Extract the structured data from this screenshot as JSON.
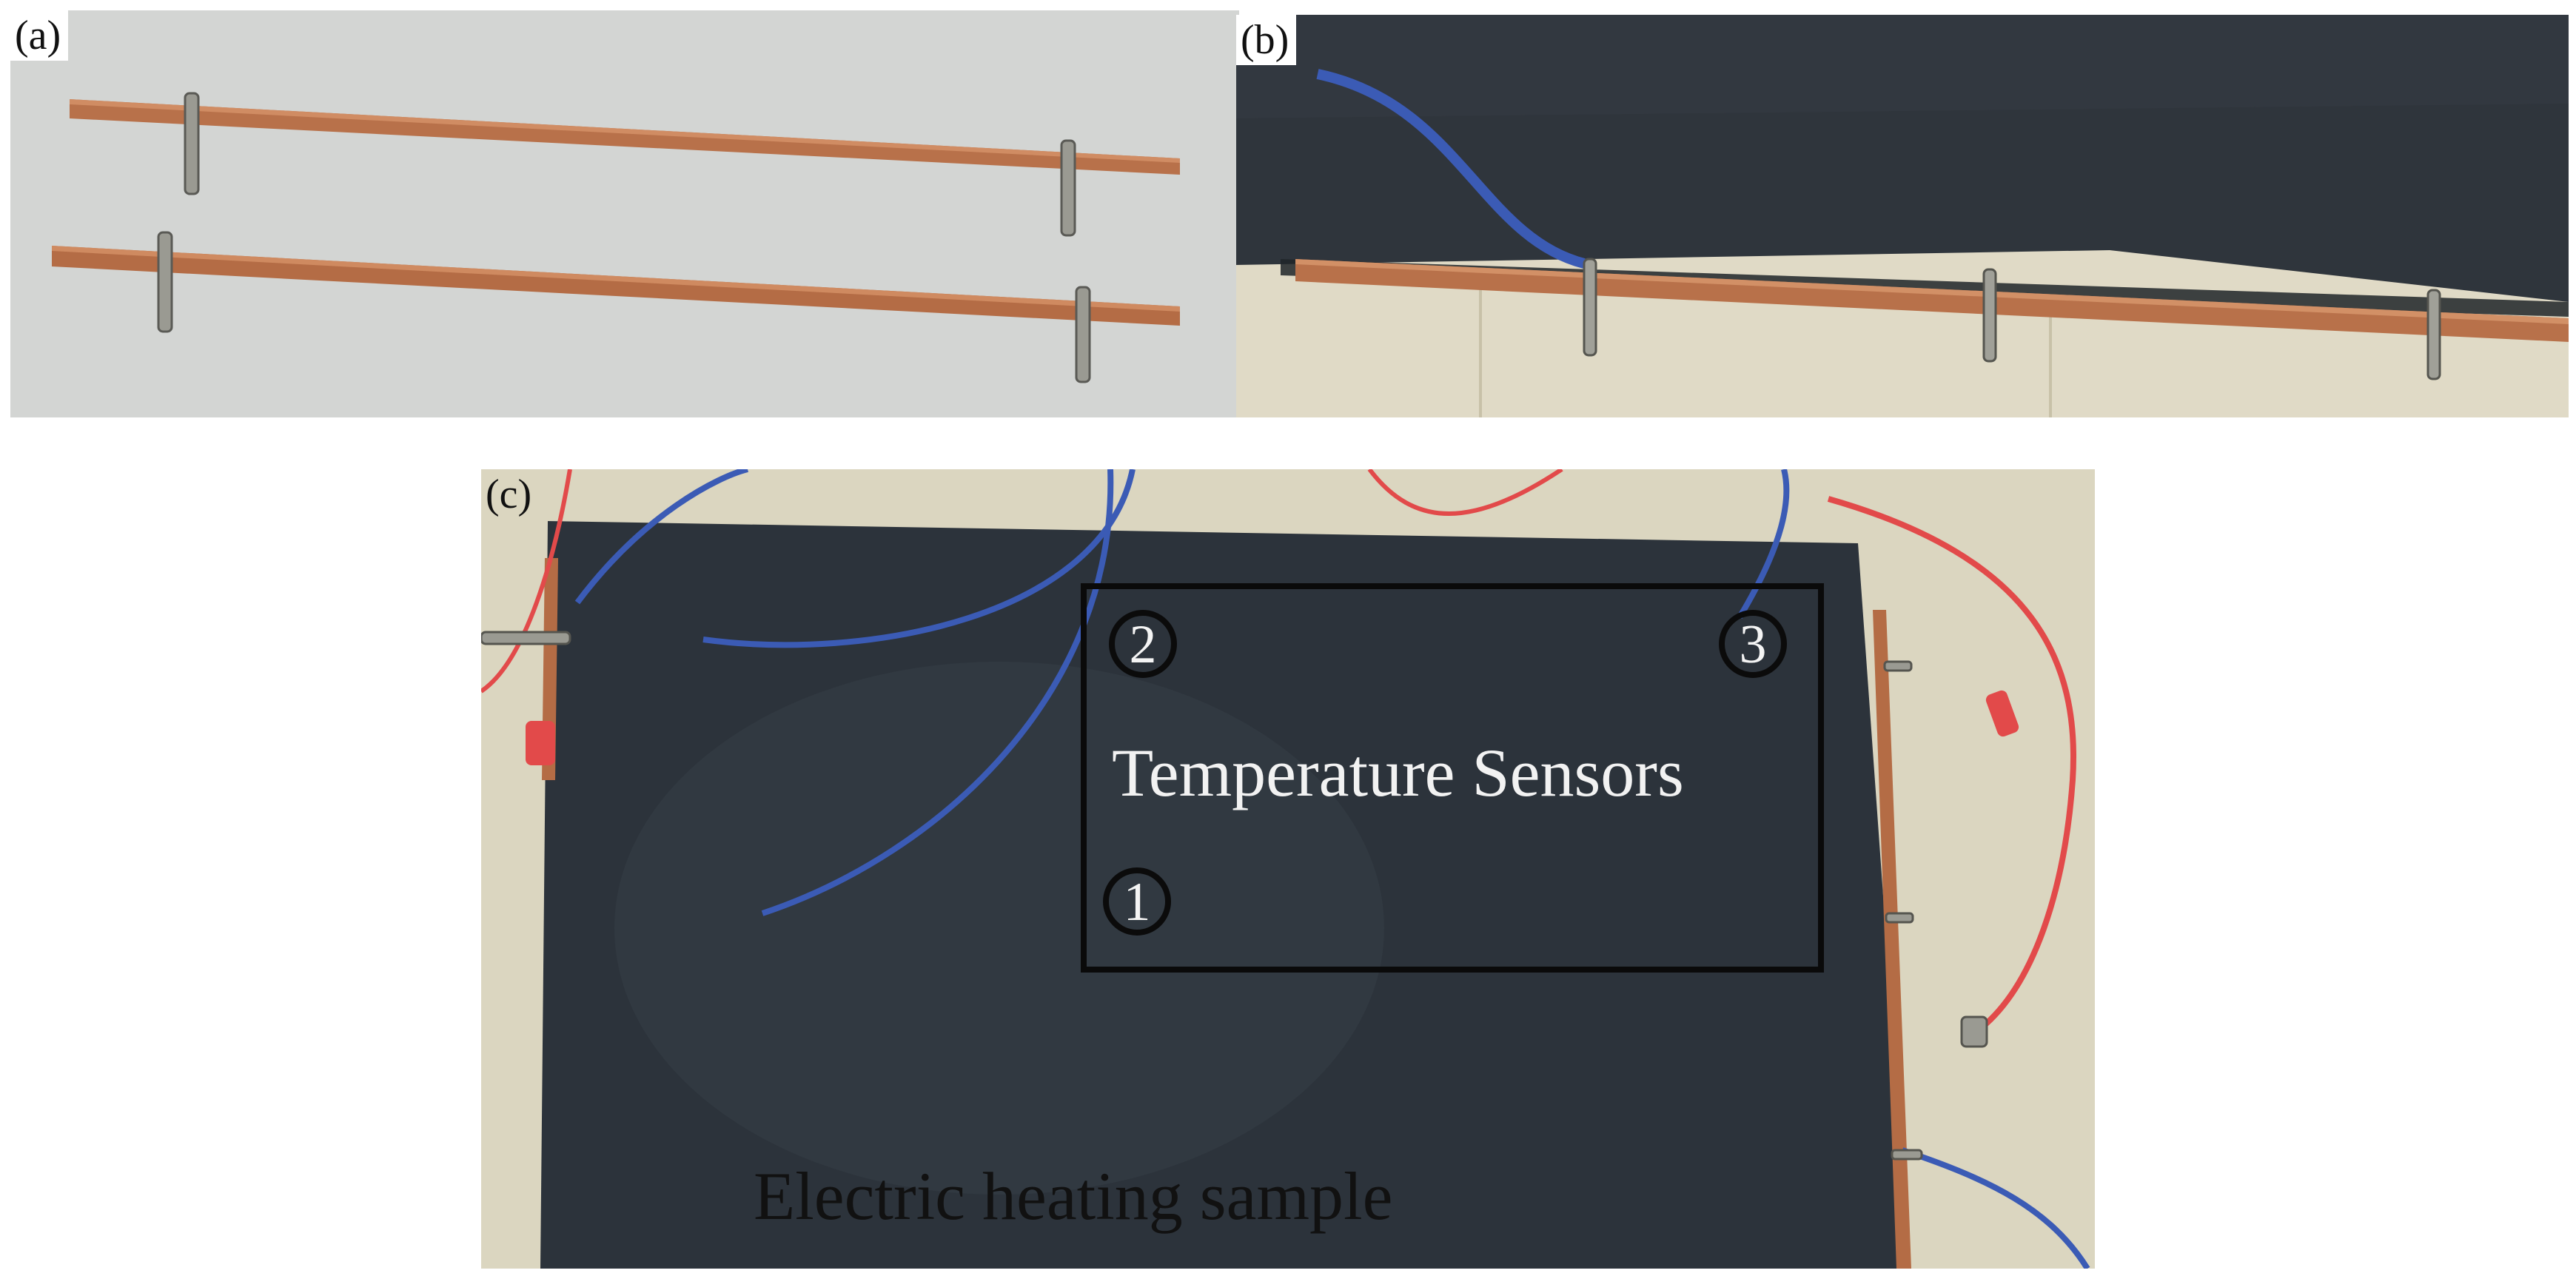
{
  "figure": {
    "panels": [
      {
        "label": "(a)"
      },
      {
        "label": "(b)"
      },
      {
        "label": "(c)",
        "box_title": "Temperature Sensors",
        "sample_caption": "Electric heating sample",
        "sensors": [
          {
            "number": "1"
          },
          {
            "number": "2"
          },
          {
            "number": "3"
          }
        ]
      }
    ]
  },
  "colors": {
    "copper": "#b8714a",
    "rubber_sheet": "#2c333b",
    "floor": "#d8d3bd",
    "wire_blue": "#3b5bb5",
    "wire_red": "#e24a4a"
  }
}
